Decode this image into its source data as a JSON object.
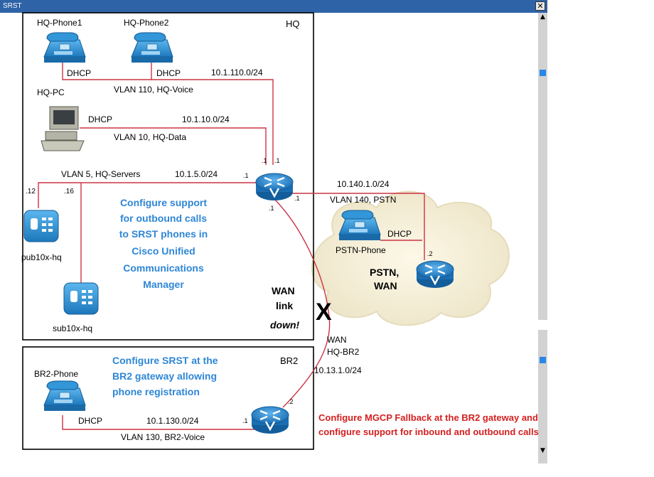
{
  "window": {
    "title": "SRST",
    "close_glyph": "✕"
  },
  "scroll": {
    "up_glyph": "▲",
    "down_glyph": "▼"
  },
  "hq": {
    "site_label": "HQ",
    "phone1": "HQ-Phone1",
    "phone2": "HQ-Phone2",
    "phone1_dhcp": "DHCP",
    "phone2_dhcp": "DHCP",
    "voice_subnet": "10.1.110.0/24",
    "voice_vlan": "VLAN 110, HQ-Voice",
    "pc": "HQ-PC",
    "pc_dhcp": "DHCP",
    "data_subnet": "10.1.10.0/24",
    "data_vlan": "VLAN 10, HQ-Data",
    "servers_vlan": "VLAN 5, HQ-Servers",
    "servers_subnet": "10.1.5.0/24",
    "pub_host": ".12",
    "sub_host": ".16",
    "pub": "pub10x-hq",
    "sub": "sub10x-hq",
    "r_if_servers": ".1",
    "r_if_voice": ".1",
    "r_if_data": ".1",
    "r_if_pstn": ".1",
    "r_if_wan": ".1"
  },
  "pstn": {
    "subnet": "10.140.1.0/24",
    "vlan": "VLAN 140, PSTN",
    "dhcp": "DHCP",
    "phone": "PSTN-Phone",
    "router_if": ".2",
    "cloud_label_1": "PSTN,",
    "cloud_label_2": "WAN"
  },
  "wan": {
    "down_1": "WAN",
    "down_2": "link",
    "down_3": "down!",
    "x_mark": "X",
    "label_1": "WAN",
    "label_2": "HQ-BR2",
    "subnet": "10.13.1.0/24"
  },
  "br2": {
    "site_label": "BR2",
    "phone": "BR2-Phone",
    "dhcp": "DHCP",
    "subnet": "10.1.130.0/24",
    "vlan": "VLAN 130, BR2-Voice",
    "r_if_lan": ".1",
    "r_if_wan": ".2"
  },
  "tasks": {
    "cucm": [
      "Configure support",
      "for outbound calls",
      "to SRST phones in",
      "Cisco Unified",
      "Communications",
      "Manager"
    ],
    "srst": [
      "Configure SRST at the",
      "BR2 gateway  allowing",
      "phone registration"
    ],
    "mgcp": [
      "Configure MGCP Fallback at the BR2 gateway  and",
      "configure support for inbound and outbound calls"
    ]
  },
  "colors": {
    "accent": "#2a86e8",
    "task_text": "#2e86d6",
    "mgcp_text": "#d42020",
    "link": "#cc3344"
  }
}
